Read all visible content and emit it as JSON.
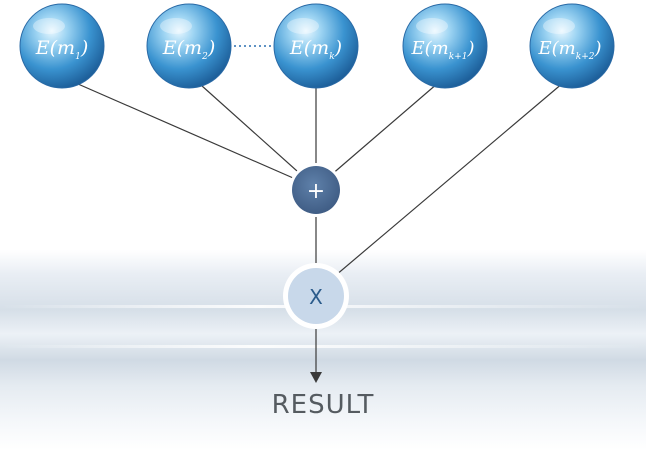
{
  "experts": [
    {
      "base": "E(m",
      "sub": "1",
      "tail": ")"
    },
    {
      "base": "E(m",
      "sub": "2",
      "tail": ")"
    },
    {
      "base": "E(m",
      "sub": "k",
      "tail": ")"
    },
    {
      "base": "E(m",
      "sub": "k+1",
      "tail": ")"
    },
    {
      "base": "E(m",
      "sub": "k+2",
      "tail": ")"
    }
  ],
  "sum_node": {
    "symbol": "+"
  },
  "multiply_node": {
    "symbol": "X"
  },
  "result": {
    "label": "RESULT"
  },
  "colors": {
    "sphere_core": "#2f86c8",
    "sphere_light": "#bfe6fb",
    "sum_node": "#4a6a94",
    "multiply_node": "#c8d8ea",
    "multiply_text": "#2b5b8b",
    "line": "#3a3a3a",
    "dotted": "#2a6fb0"
  }
}
